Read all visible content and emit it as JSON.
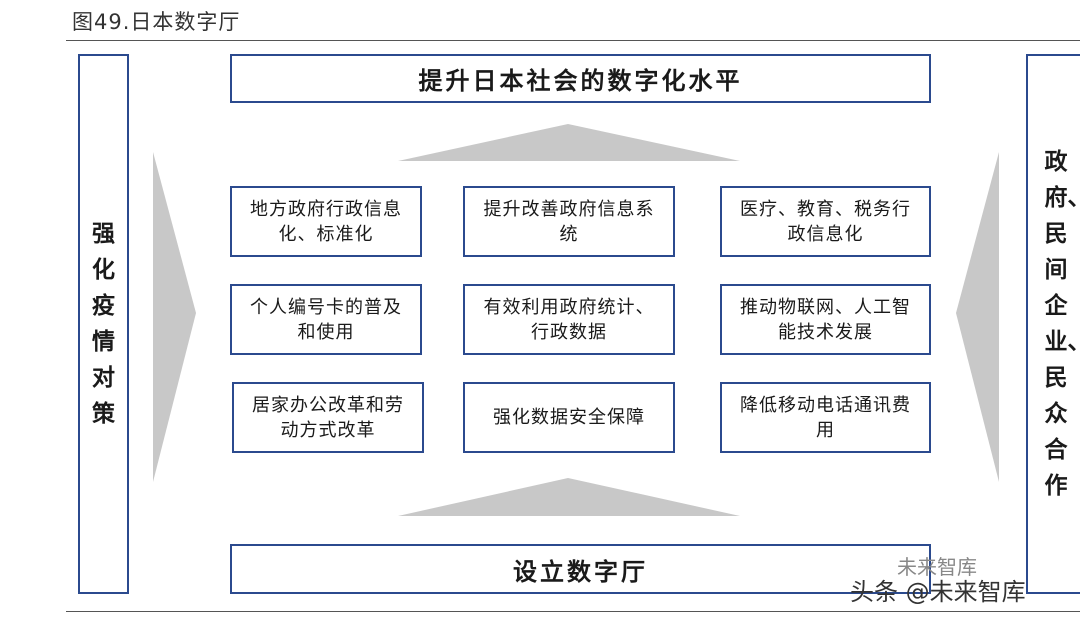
{
  "figure_title": "图49.日本数字厅",
  "left_panel": "强化疫情对策",
  "right_panel": "政府、民间企业、民众合作",
  "top_goal": "提升日本社会的数字化水平",
  "bottom_base": "设立数字厅",
  "grid": [
    [
      "地方政府行政信息化、标准化",
      "提升改善政府信息系统",
      "医疗、教育、税务行政信息化"
    ],
    [
      "个人编号卡的普及和使用",
      "有效利用政府统计、行政数据",
      "推动物联网、人工智能技术发展"
    ],
    [
      "居家办公改革和劳动方式改革",
      "强化数据安全保障",
      "降低移动电话通讯费用"
    ]
  ],
  "watermark": {
    "line1": "未来智库",
    "line2": "头条 @未来智库"
  },
  "colors": {
    "border": "#2b4a8e",
    "arrow": "#c8c8c8"
  }
}
